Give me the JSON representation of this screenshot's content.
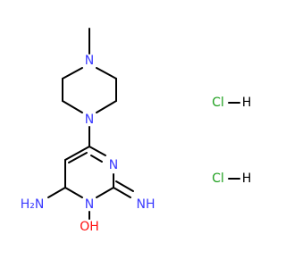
{
  "molecule": {
    "atoms": {
      "methyl_n": "N",
      "piperazine_n": "N",
      "ring_n3": "N",
      "ring_n1": "N",
      "amino_n": "H₂N",
      "imino_n": "NH",
      "hydroxyl": "OH"
    },
    "salts": [
      {
        "cl": "Cl",
        "h": "H"
      },
      {
        "cl": "Cl",
        "h": "H"
      }
    ]
  },
  "colors": {
    "nitrogen": "#3A3AFF",
    "oxygen": "#FF0D0D",
    "chlorine": "#1FA01F",
    "bond": "#000000"
  }
}
